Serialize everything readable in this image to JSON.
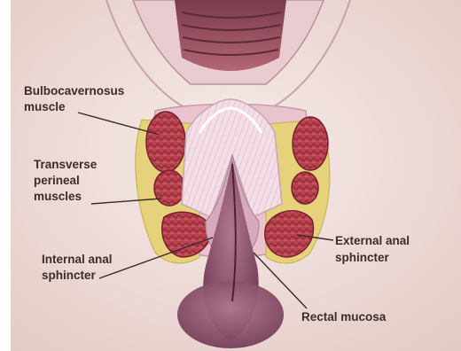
{
  "labels": {
    "bulbocavernosus": [
      "Bulbocavernosus",
      "muscle"
    ],
    "transverse": [
      "Transverse",
      "perineal",
      "muscles"
    ],
    "internal": [
      "Internal anal",
      "sphincter"
    ],
    "external": [
      "External anal",
      "sphincter"
    ],
    "rectal": "Rectal mucosa"
  },
  "colors": {
    "background": "#efe0dc",
    "muscle": "#b8434f",
    "muscle_dark": "#8a2636",
    "fat_yellow": "#e6d27a",
    "mucosa": "#f0d6de",
    "canal": "#7a3d58",
    "leader": "#3b2b2b"
  }
}
